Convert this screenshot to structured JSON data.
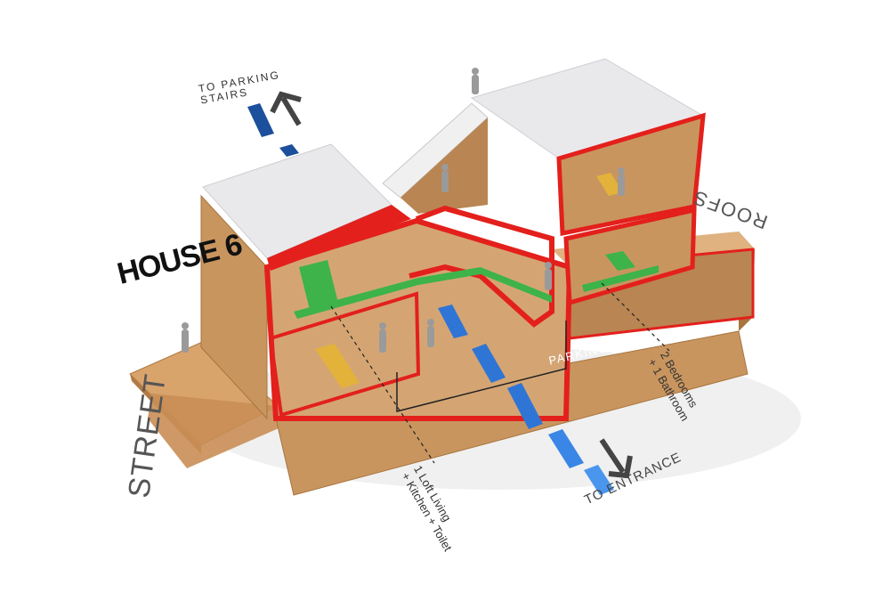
{
  "labels": {
    "house_title": "HOUSE 6",
    "to_parking_line1": "TO PARKING",
    "to_parking_line2": "STAIRS",
    "street": "STREET",
    "roofs": "ROOFS",
    "parking": "PARKING",
    "to_entrance": "TO ENTRANCE",
    "loft_line1": "1 Loft Living",
    "loft_line2": "+ Kitchen + Toilet",
    "bed_line1": "2 Bedrooms",
    "bed_line2": "+ 1 Bathroom"
  },
  "colors": {
    "wood": "#c9955f",
    "wood_dark": "#a8743f",
    "wood_light": "#e1b788",
    "roof": "#e9e9ec",
    "section_red": "#e3201c",
    "floor_green": "#3db34a",
    "floor_yellow": "#e3b23a",
    "path_blue": "#2f75d6",
    "path_dark_blue": "#1c4f9c",
    "arrow": "#444444"
  }
}
